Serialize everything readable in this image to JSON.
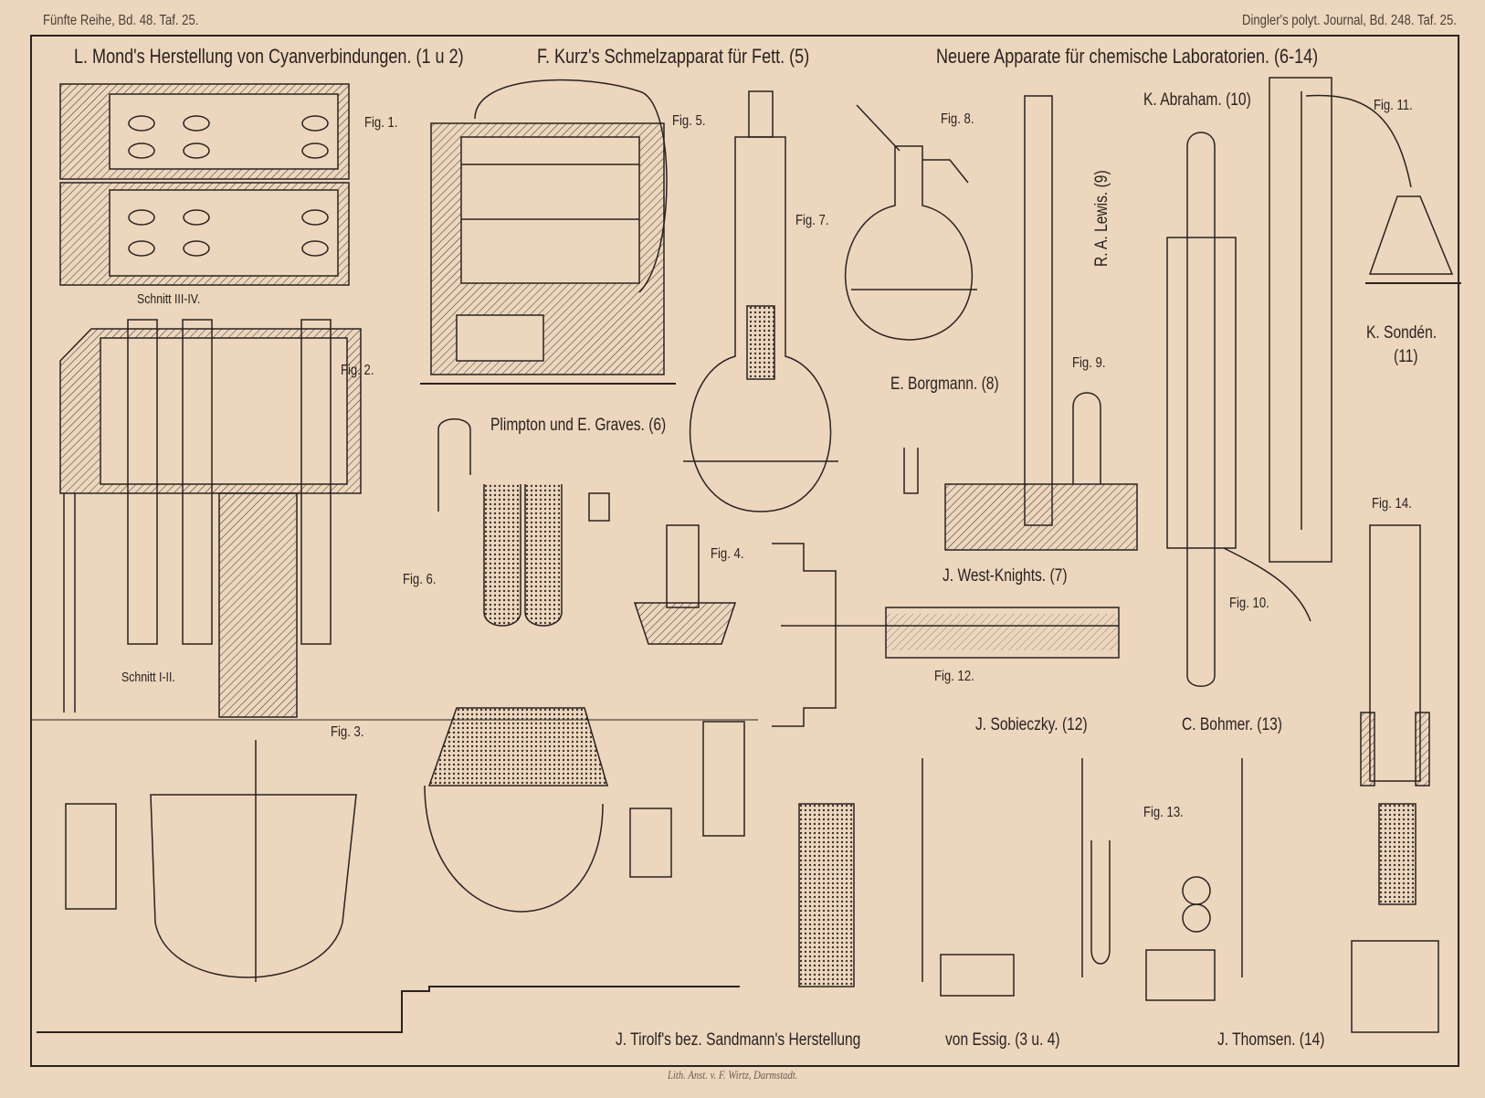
{
  "header": {
    "left": "Fünfte Reihe, Bd. 48. Taf. 25.",
    "right": "Dingler's polyt. Journal, Bd. 248. Taf. 25."
  },
  "titles": {
    "mond": "L. Mond's Herstellung von Cyanverbindungen. (1 u 2)",
    "kurz": "F. Kurz's Schmelzapparat für Fett. (5)",
    "neuere": "Neuere Apparate für chemische Laboratorien. (6-14)"
  },
  "figures": {
    "fig1": "Fig. 1.",
    "fig2": "Fig. 2.",
    "fig3": "Fig. 3.",
    "fig4": "Fig. 4.",
    "fig5": "Fig. 5.",
    "fig6": "Fig. 6.",
    "fig7": "Fig. 7.",
    "fig8": "Fig. 8.",
    "fig9": "Fig. 9.",
    "fig10": "Fig. 10.",
    "fig11": "Fig. 11.",
    "fig12": "Fig. 12.",
    "fig13": "Fig. 13.",
    "fig14": "Fig. 14."
  },
  "captions": {
    "schnitt_3_4": "Schnitt III-IV.",
    "schnitt_1_2": "Schnitt I-II.",
    "plimpton": "Plimpton und E. Graves. (6)",
    "borgmann": "E. Borgmann. (8)",
    "lewis": "R. A. Lewis. (9)",
    "abraham": "K. Abraham. (10)",
    "sonden": "K. Sondén.",
    "sonden_num": "(11)",
    "west_knights": "J. West-Knights. (7)",
    "sobieczky": "J. Sobieczky. (12)",
    "bohmer": "C. Bohmer. (13)",
    "tirolf": "J. Tirolf's bez. Sandmann's Herstellung",
    "essig": "von Essig. (3 u. 4)",
    "thomsen": "J. Thomsen. (14)"
  },
  "footer": {
    "lith": "Lith. Anst. v. F. Wirtz, Darmstadt."
  },
  "colors": {
    "paper": "#ecd6bd",
    "ink": "#2a2220"
  }
}
